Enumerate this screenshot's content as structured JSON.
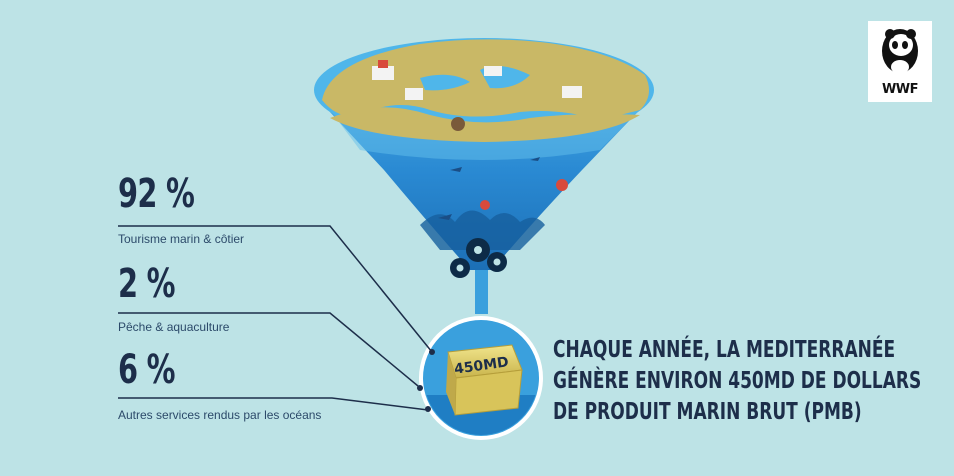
{
  "stats": [
    {
      "value": "92 %",
      "label": "Tourisme marin & côtier"
    },
    {
      "value": "2 %",
      "label": "Pêche & aquaculture"
    },
    {
      "value": "6 %",
      "label": "Autres services rendus par les océans"
    }
  ],
  "headline": {
    "line1": "CHAQUE ANNÉE, LA MEDITERRANÉE",
    "line2": "GÉNÈRE ENVIRON 450MD DE DOLLARS",
    "line3": "DE PRODUIT MARIN BRUT (PMB)"
  },
  "chest": {
    "amount": "450MD"
  },
  "logo": {
    "text": "WWF"
  },
  "colors": {
    "background": "#bde3e6",
    "navy": "#1d2e4a",
    "land": "#c9b866",
    "sea": "#2f8fd6",
    "deep_sea": "#1d7dc4",
    "gold": "#e8d36a"
  }
}
